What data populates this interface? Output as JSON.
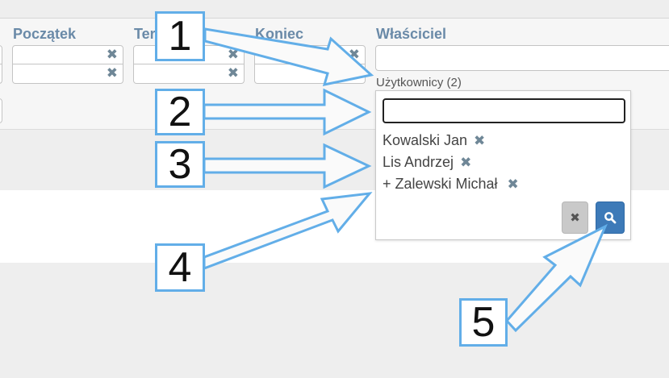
{
  "filters": {
    "labels": {
      "start": "Początek",
      "term": "Ter",
      "end": "Koniec",
      "owner": "Właściciel"
    }
  },
  "users_panel": {
    "caption": "Użytkownicy (2)",
    "search_value": "",
    "items": [
      {
        "text": "Kowalski Jan"
      },
      {
        "text": "Lis Andrzej"
      },
      {
        "text": "+ Zalewski Michał"
      }
    ],
    "remove_glyph": "✖",
    "clear_glyph": "✖",
    "search_icon": "search-icon"
  },
  "callouts": [
    "1",
    "2",
    "3",
    "4",
    "5"
  ],
  "colors": {
    "accent_blue": "#62aee8",
    "label_blue": "#6a8aa8",
    "search_button": "#3d7ab8",
    "clear_button": "#c9c9c9",
    "remove_x": "#6f8797"
  }
}
